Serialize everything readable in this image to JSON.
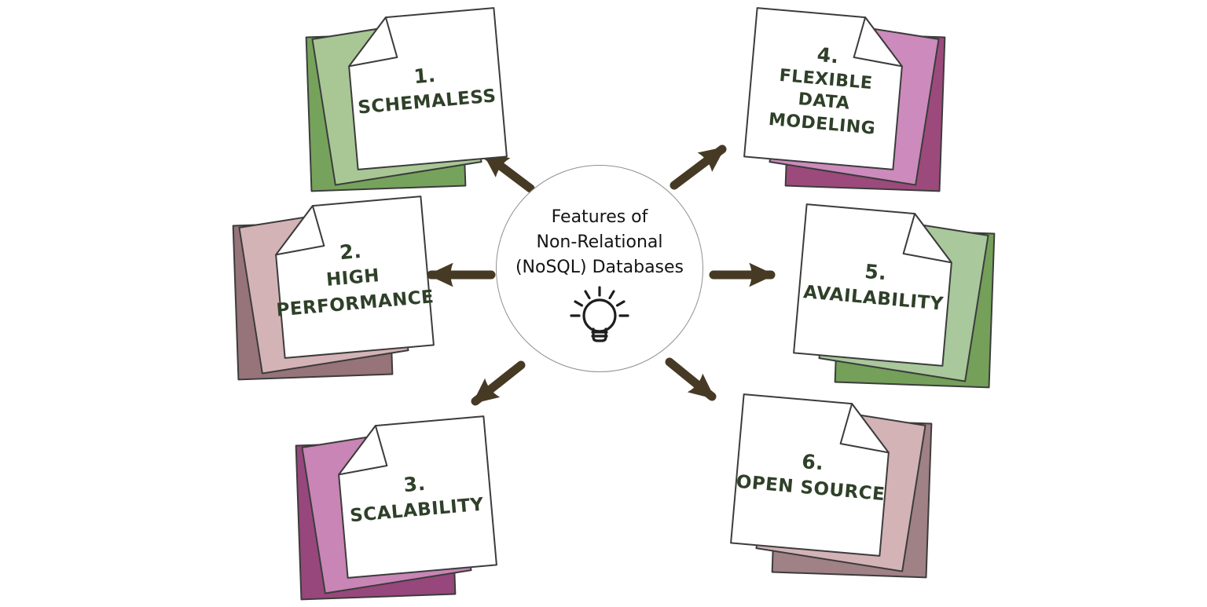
{
  "center": {
    "line1": "Features of",
    "line2": "Non-Relational",
    "line3": "(NoSQL) Databases",
    "icon": "lightbulb-icon"
  },
  "notes": [
    {
      "id": "schemaless",
      "number": "1.",
      "line1": "SCHEMALESS",
      "line2": "",
      "line3": "",
      "mid_color": "#a8c795",
      "back_color": "#76a35c"
    },
    {
      "id": "high-performance",
      "number": "2.",
      "line1": "HIGH",
      "line2": "PERFORMANCE",
      "line3": "",
      "mid_color": "#d4b3b6",
      "back_color": "#96747a"
    },
    {
      "id": "scalability",
      "number": "3.",
      "line1": "SCALABILITY",
      "line2": "",
      "line3": "",
      "mid_color": "#c885b5",
      "back_color": "#97477c"
    },
    {
      "id": "flexible-data-modeling",
      "number": "4.",
      "line1": "FLEXIBLE",
      "line2": "DATA",
      "line3": "MODELING",
      "mid_color": "#cc8bbc",
      "back_color": "#9c4a7c"
    },
    {
      "id": "availability",
      "number": "5.",
      "line1": "AVAILABILITY",
      "line2": "",
      "line3": "",
      "mid_color": "#a9c89b",
      "back_color": "#74a05a"
    },
    {
      "id": "open-source",
      "number": "6.",
      "line1": "OPEN SOURCE",
      "line2": "",
      "line3": "",
      "mid_color": "#d3b3b6",
      "back_color": "#a08186"
    }
  ],
  "colors": {
    "arrow": "#473a25",
    "note_text": "#2f4029",
    "center_text": "#141414",
    "sheet_outline": "#3c3c3c",
    "background": "#ffffff"
  }
}
